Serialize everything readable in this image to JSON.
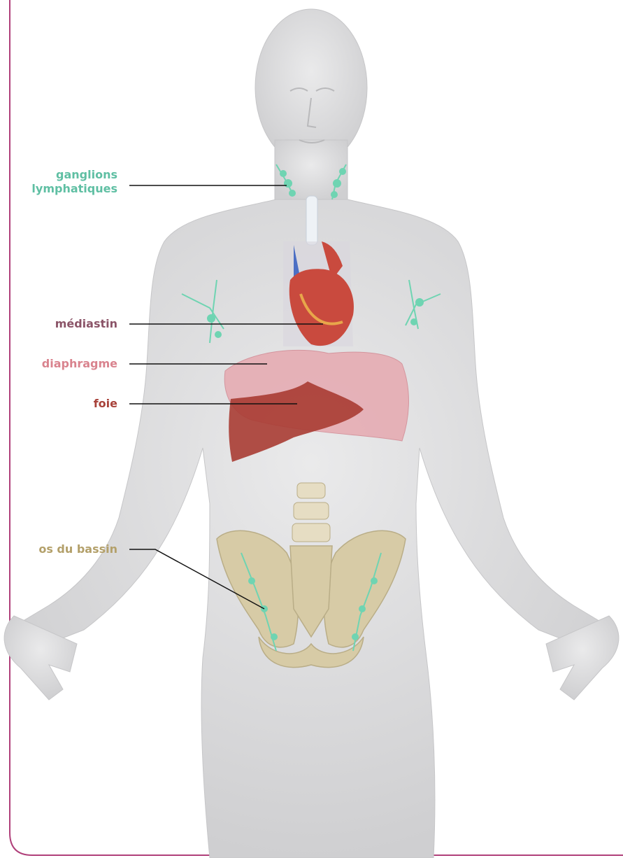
{
  "labels": {
    "ganglions": {
      "line1": "ganglions",
      "line2": "lymphatiques",
      "color": "#5fbfa3"
    },
    "mediastin": {
      "text": "médiastin",
      "color": "#8b5468"
    },
    "diaphragme": {
      "text": "diaphragme",
      "color": "#d9838e"
    },
    "foie": {
      "text": "foie",
      "color": "#a8423a"
    },
    "bassin": {
      "text": "os du bassin",
      "color": "#b3a06a"
    }
  },
  "colors": {
    "frame": "#b0407a",
    "body": "#dcdcdd",
    "lymph": "#6fd4b2",
    "heart": "#c94a3e",
    "diaphragm": "#e29ba3",
    "liver": "#a93c33",
    "bone": "#d7cba6"
  }
}
